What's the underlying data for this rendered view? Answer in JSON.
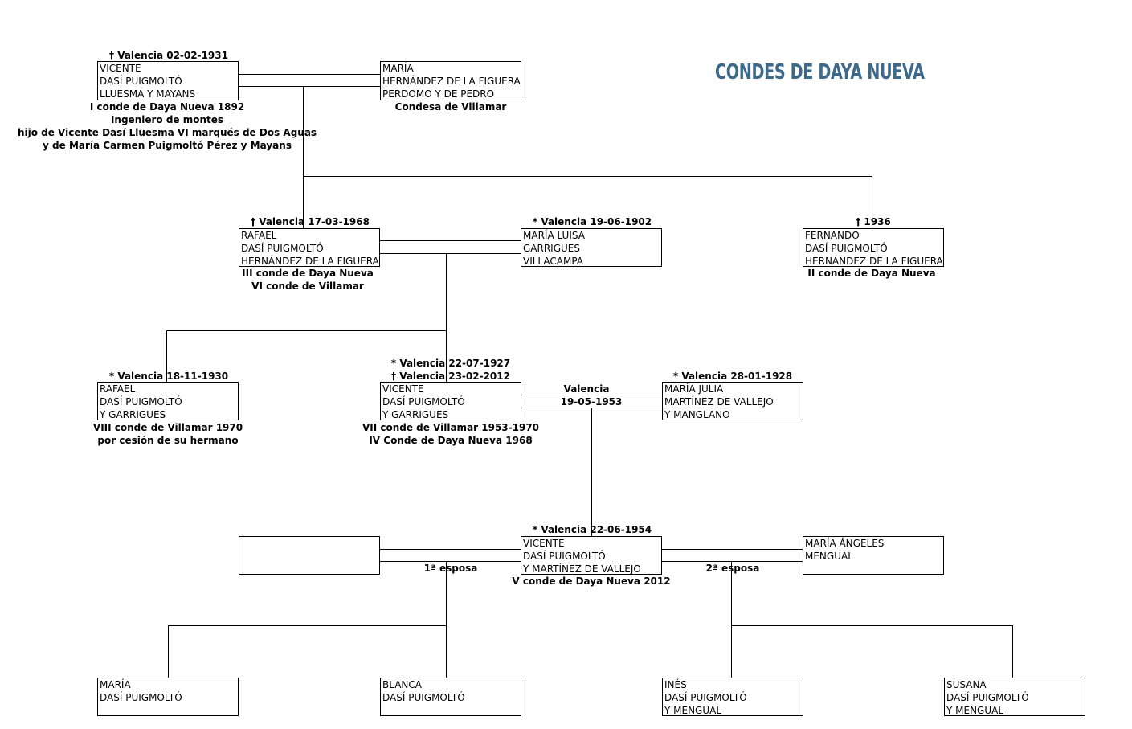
{
  "title": "CONDES DE DAYA NUEVA",
  "people": {
    "vicente_1": {
      "top": "† Valencia 02-02-1931",
      "lines": [
        "VICENTE",
        "DASÍ PUIGMOLTÓ",
        "LLUESMA Y MAYANS"
      ],
      "notes": [
        "I conde de Daya Nueva 1892",
        "Ingeniero de montes",
        "hijo de Vicente Dasí Lluesma VI marqués de Dos Aguas",
        "y de María Carmen Puigmoltó Pérez y Mayans"
      ]
    },
    "maria_hernandez": {
      "lines": [
        "MARÍA",
        "HERNÁNDEZ DE LA FIGUERA",
        "PERDOMO Y DE PEDRO"
      ],
      "notes": [
        "Condesa de Villamar"
      ]
    },
    "rafael_1": {
      "top": "† Valencia 17-03-1968",
      "lines": [
        "RAFAEL",
        "DASÍ PUIGMOLTÓ",
        "HERNÁNDEZ DE LA FIGUERA"
      ],
      "notes": [
        "III conde de Daya Nueva",
        "VI conde de Villamar"
      ]
    },
    "maria_luisa": {
      "top": "* Valencia 19-06-1902",
      "lines": [
        "MARÍA LUISA",
        "GARRIGUES",
        "VILLACAMPA"
      ]
    },
    "fernando": {
      "top": "† 1936",
      "lines": [
        "FERNANDO",
        "DASÍ PUIGMOLTÓ",
        "HERNÁNDEZ DE LA FIGUERA"
      ],
      "notes": [
        "II conde de Daya Nueva"
      ]
    },
    "rafael_2": {
      "top": "* Valencia 18-11-1930",
      "lines": [
        "RAFAEL",
        "DASÍ PUIGMOLTÓ",
        "Y GARRIGUES"
      ],
      "notes": [
        "VIII conde de Villamar 1970",
        "por cesión de su hermano"
      ]
    },
    "vicente_2": {
      "top1": "* Valencia 22-07-1927",
      "top2": "† Valencia 23-02-2012",
      "lines": [
        "VICENTE",
        "DASÍ PUIGMOLTÓ",
        "Y GARRIGUES"
      ],
      "notes": [
        "VII conde de Villamar 1953-1970",
        "IV Conde de Daya Nueva 1968"
      ]
    },
    "maria_julia": {
      "top": "* Valencia 28-01-1928",
      "lines": [
        "MARÍA JULIA",
        "MARTÍNEZ DE VALLEJO",
        "Y MANGLANO"
      ]
    },
    "spouse_1": {
      "lines": []
    },
    "vicente_3": {
      "top": "* Valencia 22-06-1954",
      "lines": [
        "VICENTE",
        "DASÍ PUIGMOLTÓ",
        "Y MARTÍNEZ DE VALLEJO"
      ],
      "notes": [
        "V conde de Daya Nueva 2012"
      ]
    },
    "maria_angeles": {
      "lines": [
        "MARÍA ÁNGELES",
        "MENGUAL"
      ]
    },
    "maria_2": {
      "lines": [
        "MARÍA",
        "DASÍ PUIGMOLTÓ"
      ]
    },
    "blanca": {
      "lines": [
        "BLANCA",
        "DASÍ PUIGMOLTÓ"
      ]
    },
    "ines": {
      "lines": [
        "INÉS",
        "DASÍ PUIGMOLTÓ",
        "Y MENGUAL"
      ]
    },
    "susana": {
      "lines": [
        "SUSANA",
        "DASÍ PUIGMOLTÓ",
        "Y MENGUAL"
      ]
    }
  },
  "marriage_labels": {
    "m3_place": "Valencia",
    "m3_date": "19-05-1953",
    "m4": "1ª esposa",
    "m5": "2ª esposa"
  }
}
